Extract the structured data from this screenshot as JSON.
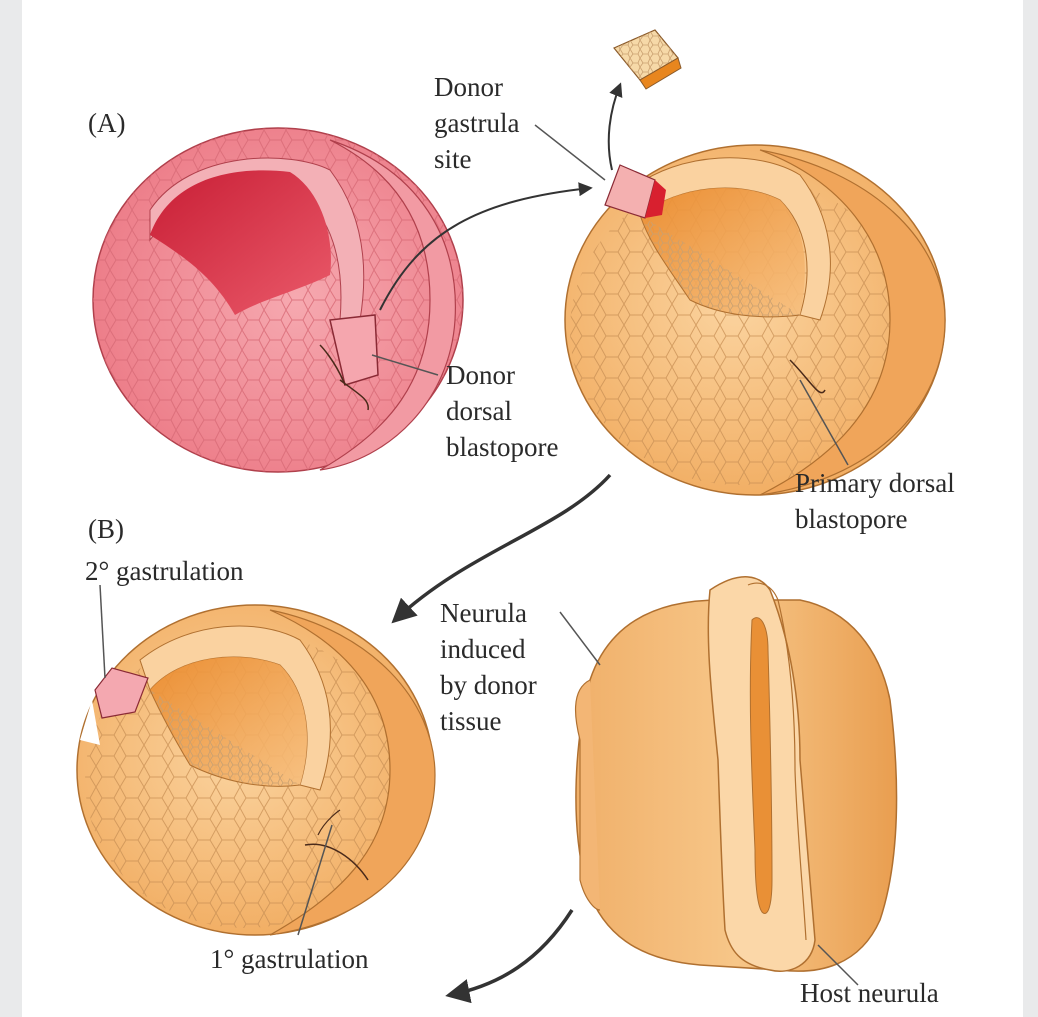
{
  "panels": {
    "a": {
      "label": "(A)"
    },
    "b": {
      "label": "(B)"
    }
  },
  "labels": {
    "donor_gastrula_site": [
      "Donor",
      "gastrula",
      "site"
    ],
    "donor_dorsal_blastopore": [
      "Donor",
      "dorsal",
      "blastopore"
    ],
    "primary_dorsal_blastopore": [
      "Primary dorsal",
      "blastopore"
    ],
    "secondary_gastrulation": "2° gastrulation",
    "neurula_induced": [
      "Neurula",
      "induced",
      "by donor",
      "tissue"
    ],
    "primary_gastrulation": "1° gastrulation",
    "host_neurula": "Host neurula"
  },
  "colors": {
    "donor_embryo": "#f08a94",
    "donor_embryo_dark": "#cc2438",
    "host_embryo": "#f4b872",
    "host_embryo_dark": "#e9973f",
    "outline": "#4a2a1a",
    "arrow": "#333333"
  }
}
